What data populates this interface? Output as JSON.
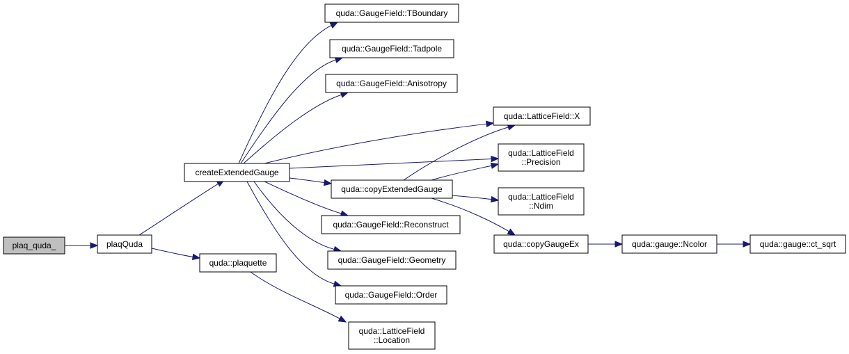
{
  "nodes": [
    {
      "id": "plaq_quda_",
      "lines": [
        "plaq_quda_"
      ],
      "root": true
    },
    {
      "id": "plaqQuda",
      "lines": [
        "plaqQuda"
      ]
    },
    {
      "id": "createExtendedGauge",
      "lines": [
        "createExtendedGauge"
      ]
    },
    {
      "id": "quda_plaquette",
      "lines": [
        "quda::plaquette"
      ]
    },
    {
      "id": "TBoundary",
      "lines": [
        "quda::GaugeField::TBoundary"
      ]
    },
    {
      "id": "Tadpole",
      "lines": [
        "quda::GaugeField::Tadpole"
      ]
    },
    {
      "id": "Anisotropy",
      "lines": [
        "quda::GaugeField::Anisotropy"
      ]
    },
    {
      "id": "copyExtendedGauge",
      "lines": [
        "quda::copyExtendedGauge"
      ]
    },
    {
      "id": "Reconstruct",
      "lines": [
        "quda::GaugeField::Reconstruct"
      ]
    },
    {
      "id": "Geometry",
      "lines": [
        "quda::GaugeField::Geometry"
      ]
    },
    {
      "id": "Order",
      "lines": [
        "quda::GaugeField::Order"
      ]
    },
    {
      "id": "Location",
      "lines": [
        "quda::LatticeField",
        "::Location"
      ]
    },
    {
      "id": "LX",
      "lines": [
        "quda::LatticeField::X"
      ]
    },
    {
      "id": "Precision",
      "lines": [
        "quda::LatticeField",
        "::Precision"
      ]
    },
    {
      "id": "Ndim",
      "lines": [
        "quda::LatticeField",
        "::Ndim"
      ]
    },
    {
      "id": "copyGaugeEx",
      "lines": [
        "quda::copyGaugeEx"
      ]
    },
    {
      "id": "Ncolor",
      "lines": [
        "quda::gauge::Ncolor"
      ]
    },
    {
      "id": "ct_sqrt",
      "lines": [
        "quda::gauge::ct_sqrt"
      ]
    }
  ],
  "edges": [
    {
      "from": "plaq_quda_",
      "to": "plaqQuda"
    },
    {
      "from": "plaqQuda",
      "to": "createExtendedGauge"
    },
    {
      "from": "plaqQuda",
      "to": "quda_plaquette"
    },
    {
      "from": "createExtendedGauge",
      "to": "TBoundary"
    },
    {
      "from": "createExtendedGauge",
      "to": "Tadpole"
    },
    {
      "from": "createExtendedGauge",
      "to": "Anisotropy"
    },
    {
      "from": "createExtendedGauge",
      "to": "LX"
    },
    {
      "from": "createExtendedGauge",
      "to": "Precision"
    },
    {
      "from": "createExtendedGauge",
      "to": "copyExtendedGauge"
    },
    {
      "from": "createExtendedGauge",
      "to": "Reconstruct"
    },
    {
      "from": "createExtendedGauge",
      "to": "Geometry"
    },
    {
      "from": "createExtendedGauge",
      "to": "Order"
    },
    {
      "from": "copyExtendedGauge",
      "to": "LX"
    },
    {
      "from": "copyExtendedGauge",
      "to": "Precision"
    },
    {
      "from": "copyExtendedGauge",
      "to": "Ndim"
    },
    {
      "from": "copyExtendedGauge",
      "to": "copyGaugeEx"
    },
    {
      "from": "quda_plaquette",
      "to": "Location"
    },
    {
      "from": "copyGaugeEx",
      "to": "Ncolor"
    },
    {
      "from": "Ncolor",
      "to": "ct_sqrt"
    }
  ]
}
